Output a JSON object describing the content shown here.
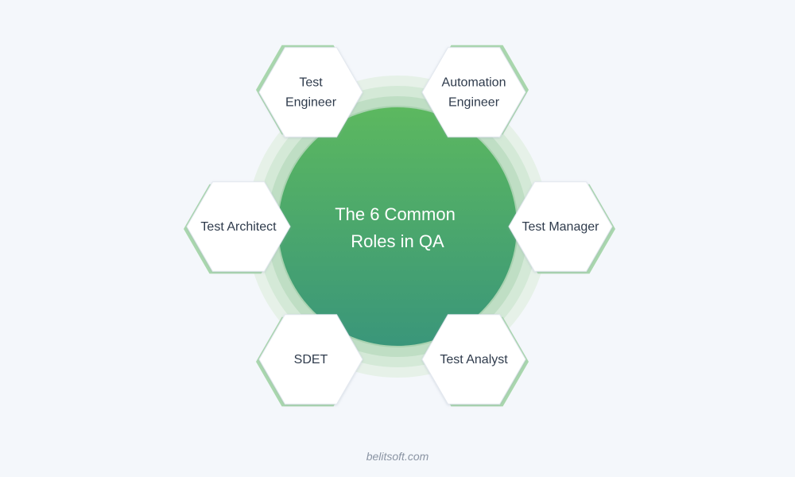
{
  "center": {
    "title_line1": "The 6 Common",
    "title_line2": "Roles in QA"
  },
  "roles": [
    {
      "lines": [
        "Test",
        "Engineer"
      ]
    },
    {
      "lines": [
        "Automation",
        "Engineer"
      ]
    },
    {
      "lines": [
        "Test Manager"
      ]
    },
    {
      "lines": [
        "Test Analyst"
      ]
    },
    {
      "lines": [
        "SDET"
      ]
    },
    {
      "lines": [
        "Test Architect"
      ]
    }
  ],
  "footer": {
    "brand": "belitsoft.com"
  },
  "colors": {
    "background": "#f4f7fb",
    "circle_top": "#5cb85f",
    "circle_bottom": "#3a967a",
    "ring_light": "#d9ebdc",
    "ring_mid": "#c2dfc6",
    "ring_dark": "#a5cfac",
    "hex_fill": "#ffffff",
    "hex_accent": "#a9d7ad",
    "text": "#2f3b4c"
  }
}
